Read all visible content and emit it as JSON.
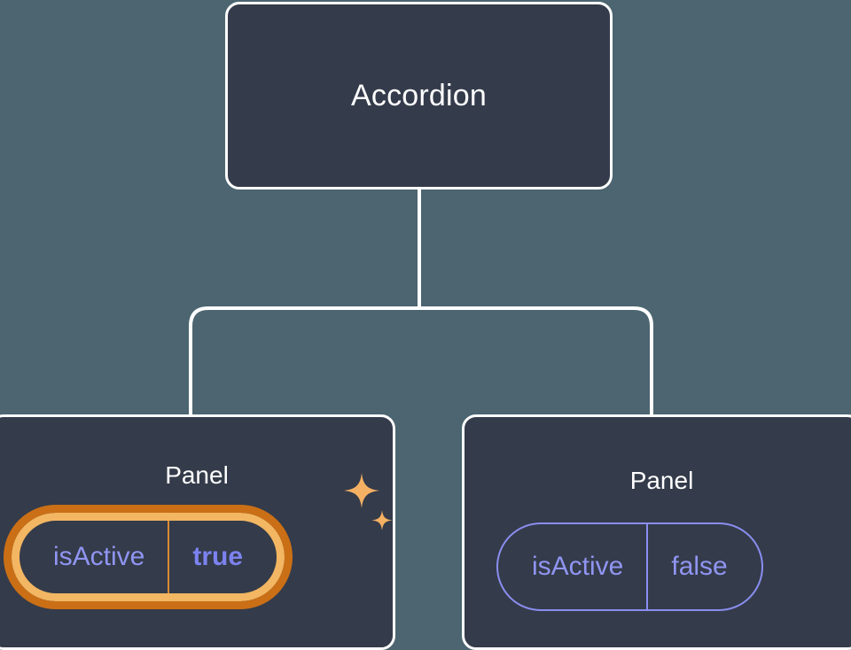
{
  "diagram": {
    "type": "component-tree",
    "title_text": "Accordion",
    "background_color": "#4c6570",
    "node_fill_color": "#343b4a",
    "node_border_color": "#ffffff",
    "accent_prop_color": "#9095f2",
    "highlight_outer_color": "#ca6f16",
    "highlight_inner_color": "#f3b662",
    "sparkle_color": "#f5b163"
  },
  "root": {
    "label": "Accordion",
    "name": "accordion-node"
  },
  "children": [
    {
      "label": "Panel",
      "name": "panel-node-left",
      "highlighted": true,
      "prop": {
        "key": "isActive",
        "value": "true"
      },
      "sparkles": "sparkle-icon"
    },
    {
      "label": "Panel",
      "name": "panel-node-right",
      "highlighted": false,
      "prop": {
        "key": "isActive",
        "value": "false"
      }
    }
  ],
  "connectors": {
    "description": "vertical stem from Accordion to horizontal bus, then drops to each Panel",
    "stroke_color": "#ffffff",
    "stroke_width": 4
  }
}
